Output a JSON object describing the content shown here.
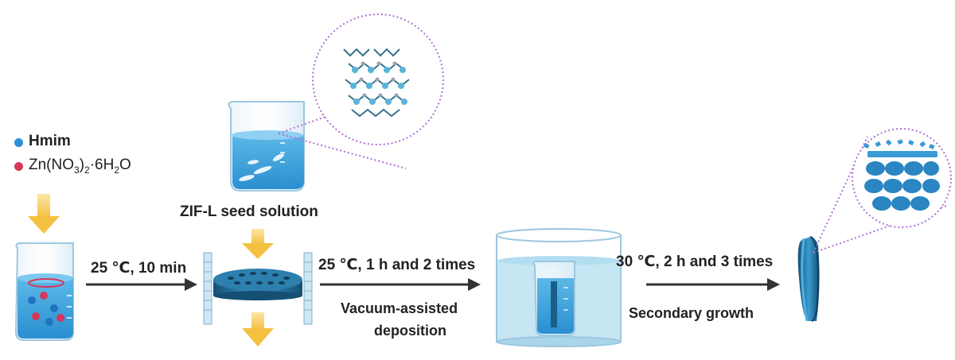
{
  "legend": {
    "items": [
      {
        "label": "Hmim",
        "color": "#2b8fd8"
      },
      {
        "label": "Zn(NO3)2·6H2O",
        "label_parts": [
          "Zn(NO",
          "3",
          ")",
          "2",
          "·6H",
          "2",
          "O"
        ],
        "color": "#d6365a"
      }
    ]
  },
  "steps": {
    "seed_solution": "ZIF-L seed solution",
    "step1_condition": "25 ℃, 10 min",
    "step2_condition": "25 ℃, 1 h and 2 times",
    "step2_method_line1": "Vacuum-assisted",
    "step2_method_line2": "deposition",
    "step3_condition": "30 ℃, 2 h and 3 times",
    "step3_method": "Secondary growth"
  },
  "colors": {
    "liquid": "#3aa0dc",
    "liquid_light": "#bfe2f2",
    "support": "#1f6e9a",
    "arrow": "#333333",
    "down_arrow": "#f6c850",
    "dotted": "#b070d8"
  }
}
